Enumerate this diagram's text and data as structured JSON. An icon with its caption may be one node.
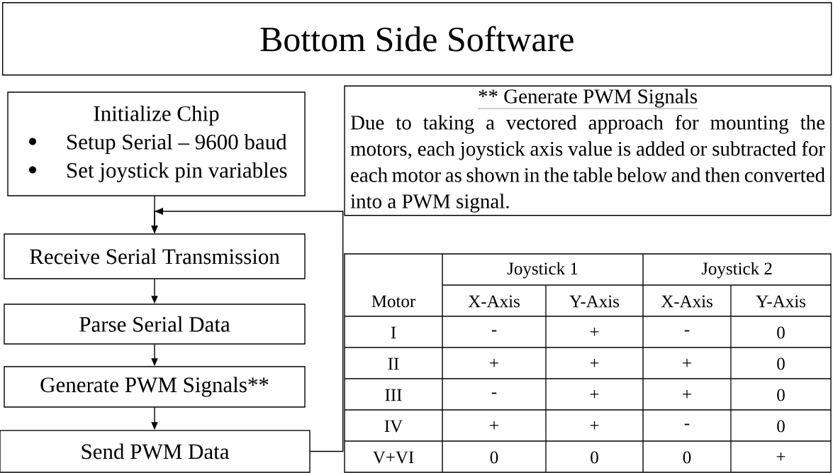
{
  "diagram": {
    "title": "Bottom Side Software",
    "nodes": [
      {
        "text": [
          "Initialize Chip",
          "Setup Serial – 9600 baud",
          "Set joystick pin variables"
        ]
      },
      {
        "text": [
          "Receive Serial Transmission"
        ]
      },
      {
        "text": [
          "Parse Serial Data"
        ]
      },
      {
        "text": [
          "Generate PWM Signals**"
        ]
      },
      {
        "text": [
          "Send PWM Data"
        ]
      },
      {
        "text": [
          "** Generate PWM Signals",
          "Due to taking a vectored approach for mounting the motors, each joystick axis value is added or subtracted for each motor as shown in the table below and then converted into a PWM signal."
        ]
      }
    ],
    "edges": [
      {
        "from": 0,
        "to": 1,
        "arrow": "to"
      },
      {
        "from": 1,
        "to": 2,
        "arrow": "to"
      },
      {
        "from": 2,
        "to": 3,
        "arrow": "to"
      },
      {
        "from": 3,
        "to": 4,
        "arrow": "to"
      },
      {
        "from": 4,
        "to": 1,
        "arrow": "to"
      }
    ],
    "labels": [
      "Joystick 1",
      "Joystick 2",
      "Motor",
      "X-Axis",
      "Y-Axis",
      "X-Axis",
      "Y-Axis",
      "I",
      "-",
      "+",
      "-",
      "0",
      "II",
      "+",
      "+",
      "+",
      "0",
      "III",
      "-",
      "+",
      "+",
      "0",
      "IV",
      "+",
      "+",
      "-",
      "0",
      "V+VI",
      "0",
      "0",
      "0",
      "+"
    ]
  }
}
